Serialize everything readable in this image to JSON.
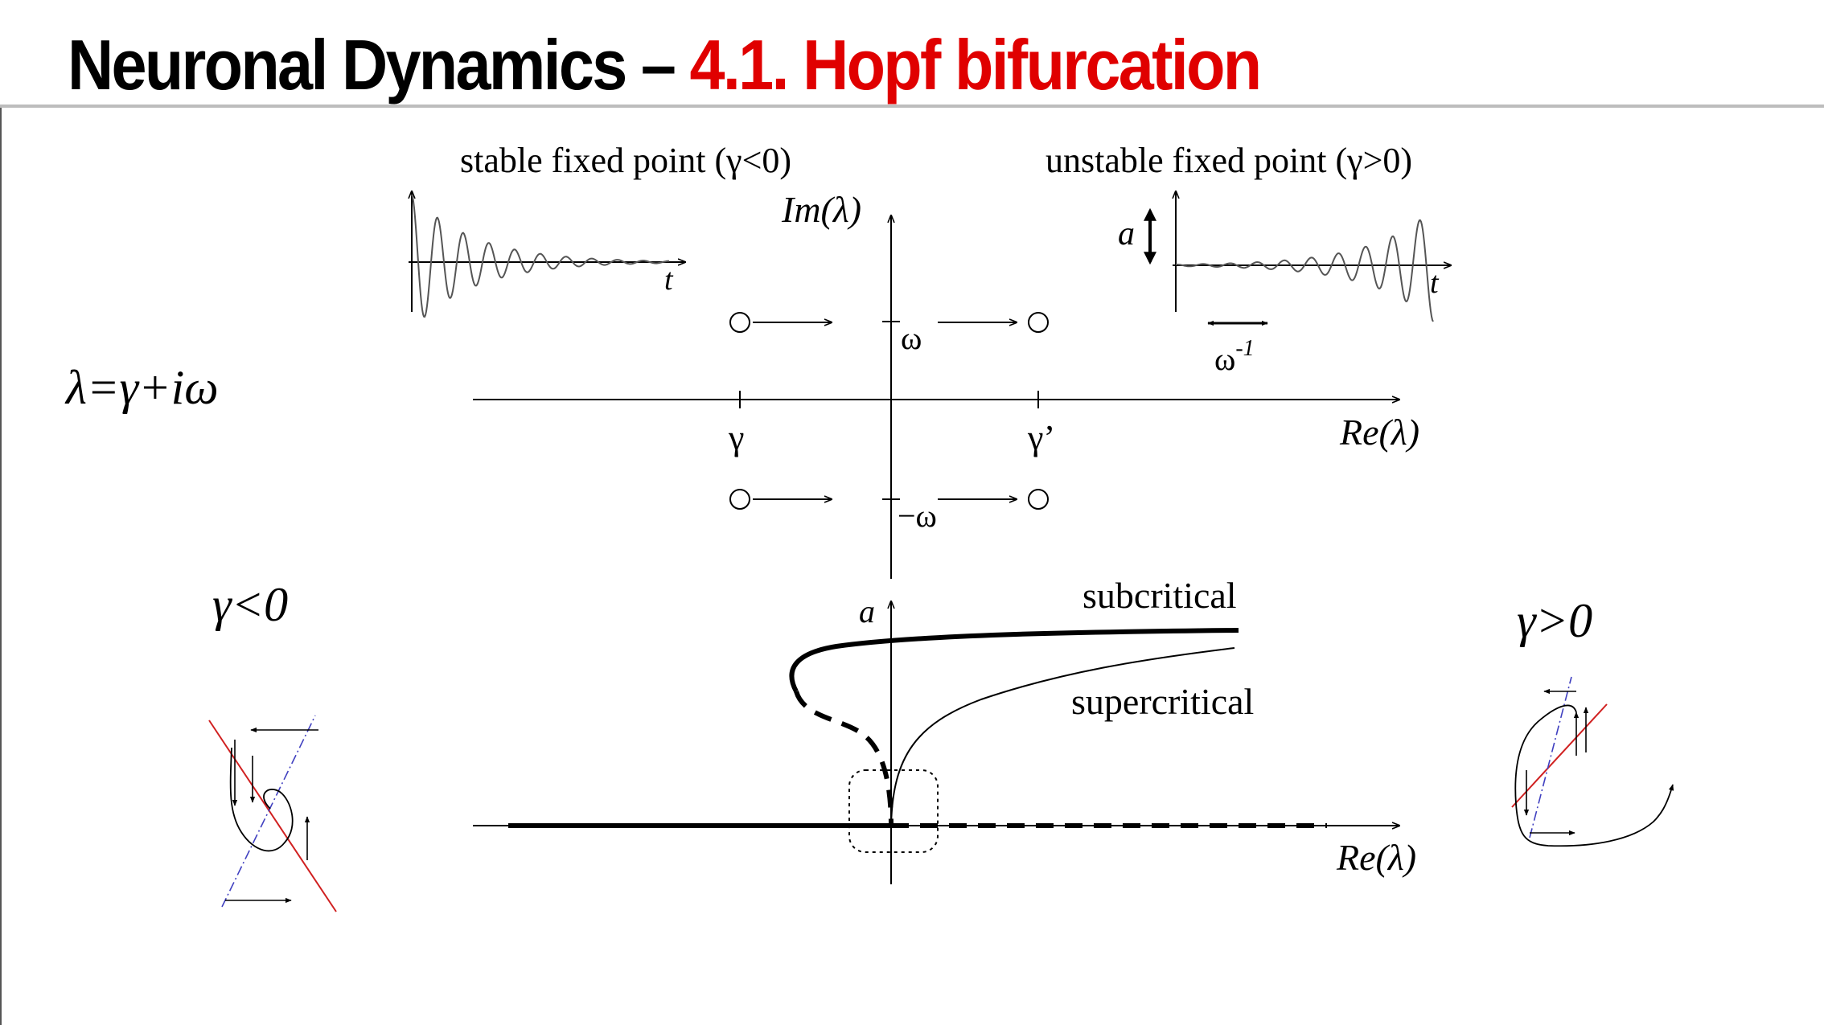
{
  "title": {
    "main": "Neuronal Dynamics –",
    "section_number": "4.1.",
    "section_title": "Hopf bifurcation",
    "section_color": "#e00000"
  },
  "top_panel": {
    "stable_label": "stable fixed point (γ<0)",
    "unstable_label": "unstable fixed point (γ>0)",
    "t_label_left": "t",
    "t_label_right": "t",
    "amplitude_label": "a",
    "period_label": "ω",
    "period_exp": "-1",
    "im_axis_label": "Im(λ)",
    "re_axis_label": "Re(λ)",
    "omega_label": "ω",
    "neg_omega_label": "−ω",
    "gamma_label": "γ",
    "gamma_prime_label": "γ’"
  },
  "equation": "λ=γ+iω",
  "bottom_panel": {
    "a_label": "a",
    "re_axis_label": "Re(λ)",
    "subcritical_label": "subcritical",
    "supercritical_label": "supercritical"
  },
  "phase_left_label": "γ<0",
  "phase_right_label": "γ>0"
}
